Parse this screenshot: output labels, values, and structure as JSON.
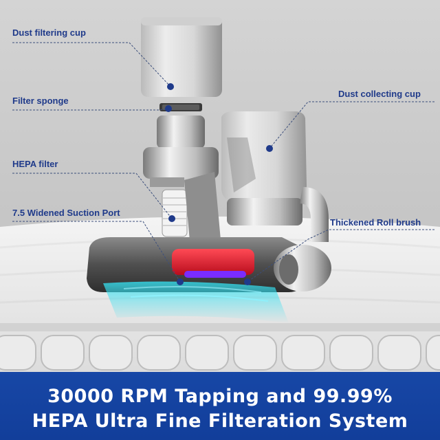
{
  "callouts": {
    "dust_filtering_cup": "Dust filtering cup",
    "filter_sponge": "Filter sponge",
    "hepa_filter": "HEPA filter",
    "suction_port": "7.5 Widened Suction Port",
    "dust_collecting_cup": "Dust collecting cup",
    "roll_brush": "Thickened Roll brush"
  },
  "banner": {
    "line1": "30000 RPM Tapping and 99.99%",
    "line2": "HEPA Ultra Fine Filteration System"
  },
  "colors": {
    "label_text": "#1f3a8a",
    "dot": "#1f3a8a",
    "banner_bg": "#1747a6",
    "banner_text": "#ffffff",
    "roller_red": "#e0192b",
    "roller_purple": "#7a2cff",
    "airflow_cyan": "#36e0f0"
  }
}
